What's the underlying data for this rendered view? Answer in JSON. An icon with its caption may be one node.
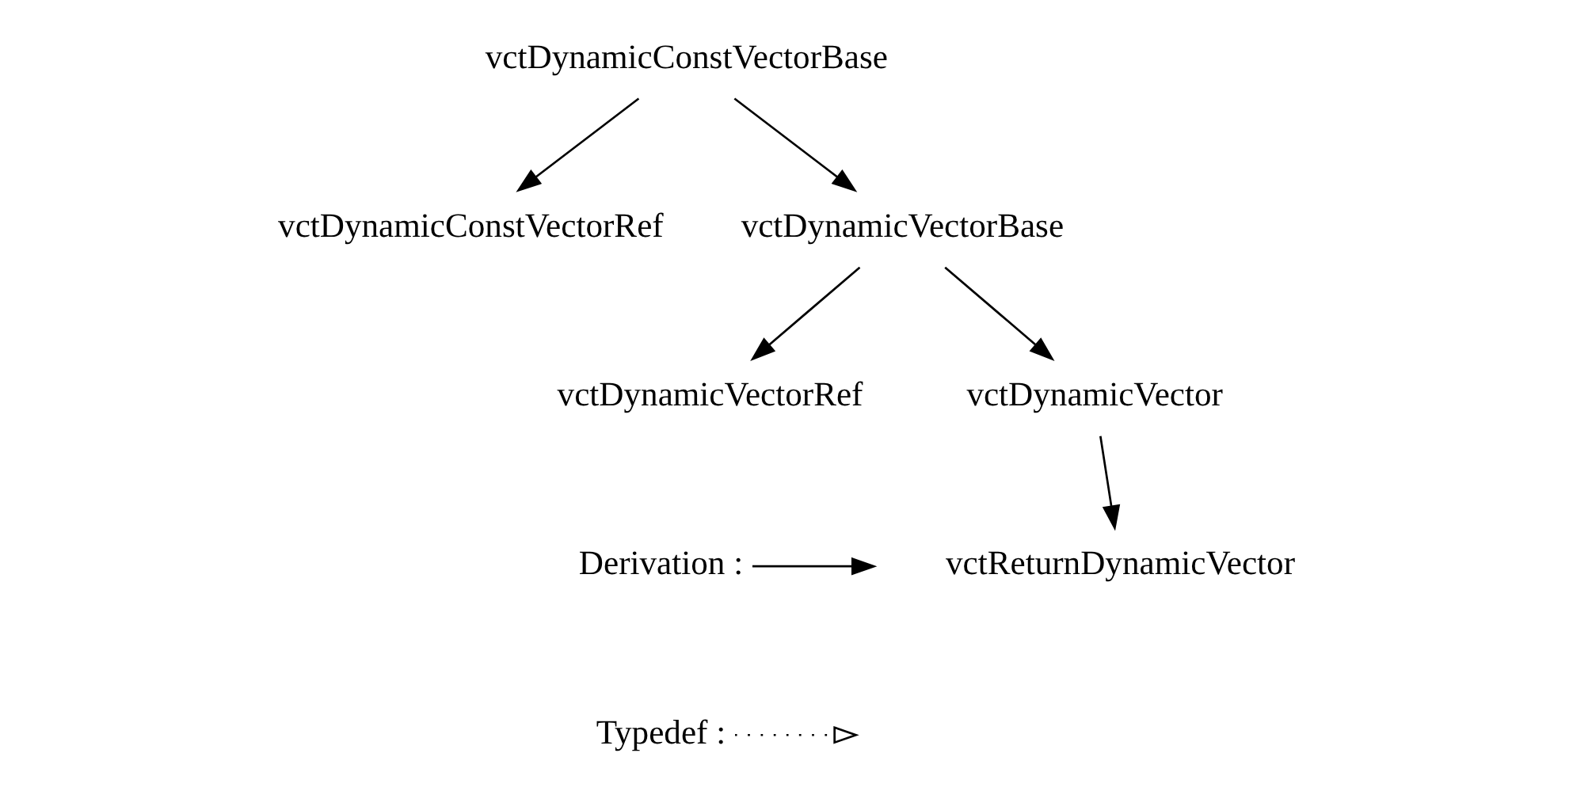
{
  "diagram": {
    "nodes": [
      {
        "text": [
          "vctDynamicConstVectorBase"
        ]
      },
      {
        "text": [
          "vctDynamicConstVectorRef"
        ]
      },
      {
        "text": [
          "vctDynamicVectorBase"
        ]
      },
      {
        "text": [
          "vctDynamicVectorRef"
        ]
      },
      {
        "text": [
          "vctDynamicVector"
        ]
      },
      {
        "text": [
          "vctReturnDynamicVector"
        ]
      }
    ],
    "edges": [
      {
        "from": 0,
        "to": 1,
        "arrow": "to"
      },
      {
        "from": 0,
        "to": 2,
        "arrow": "to"
      },
      {
        "from": 2,
        "to": 3,
        "arrow": "to"
      },
      {
        "from": 2,
        "to": 4,
        "arrow": "to"
      },
      {
        "from": 4,
        "to": 5,
        "arrow": "to"
      }
    ],
    "legend": [
      {
        "text": "Derivation :"
      },
      {
        "text": "Typedef :"
      }
    ]
  }
}
